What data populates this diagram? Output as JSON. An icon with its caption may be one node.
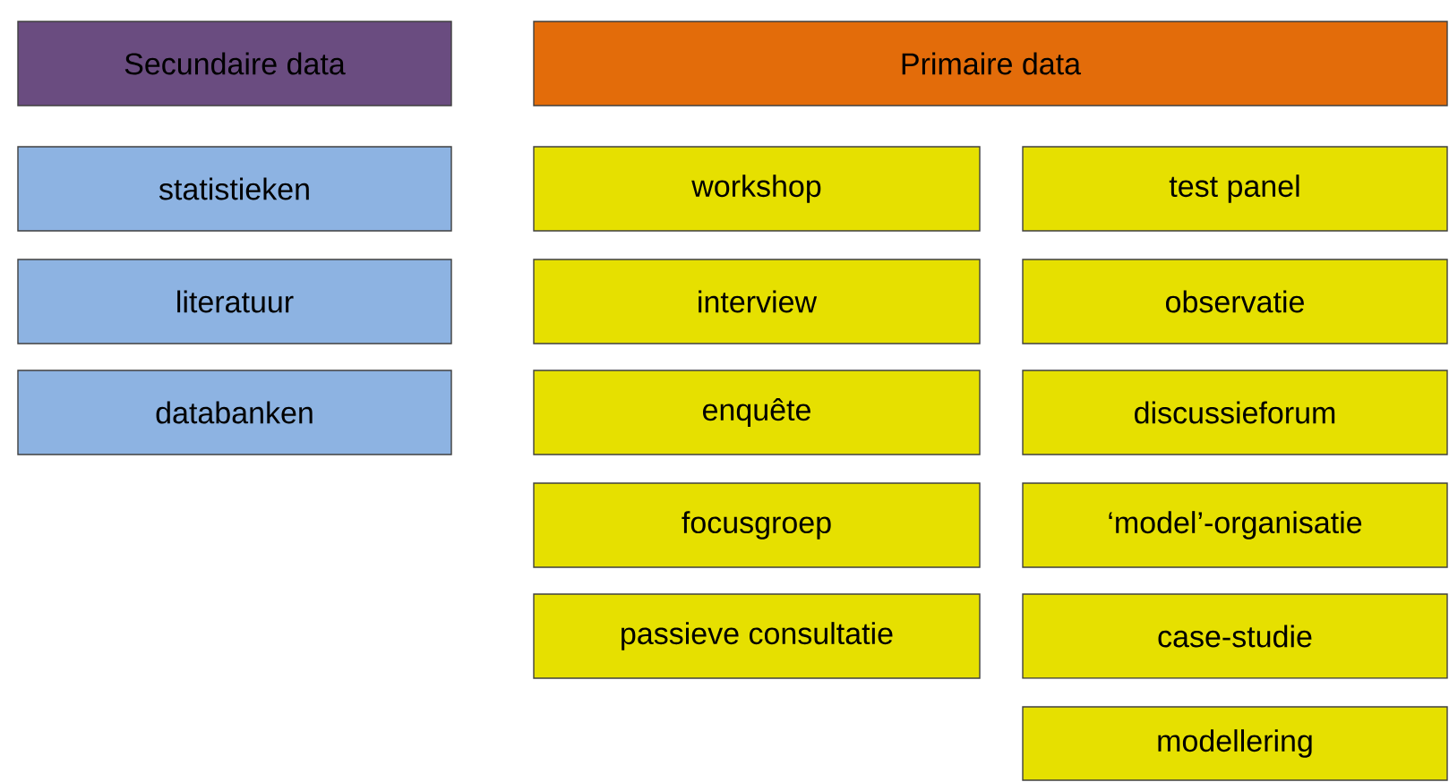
{
  "diagram": {
    "nodes": [
      {
        "text": [
          "Secundaire data"
        ]
      },
      {
        "text": [
          "Primaire data"
        ]
      },
      {
        "text": [
          "statistieken"
        ]
      },
      {
        "text": [
          "workshop"
        ]
      },
      {
        "text": [
          "test panel"
        ]
      },
      {
        "text": [
          "literatuur"
        ]
      },
      {
        "text": [
          "interview"
        ]
      },
      {
        "text": [
          "observatie"
        ]
      },
      {
        "text": [
          "databanken"
        ]
      },
      {
        "text": [
          "enquête"
        ]
      },
      {
        "text": [
          "discussieforum"
        ]
      },
      {
        "text": [
          "focusgroep"
        ]
      },
      {
        "text": [
          "‘model’-organisatie"
        ]
      },
      {
        "text": [
          "passieve consultatie"
        ]
      },
      {
        "text": [
          "case-studie"
        ]
      },
      {
        "text": [
          "modellering"
        ]
      }
    ]
  }
}
